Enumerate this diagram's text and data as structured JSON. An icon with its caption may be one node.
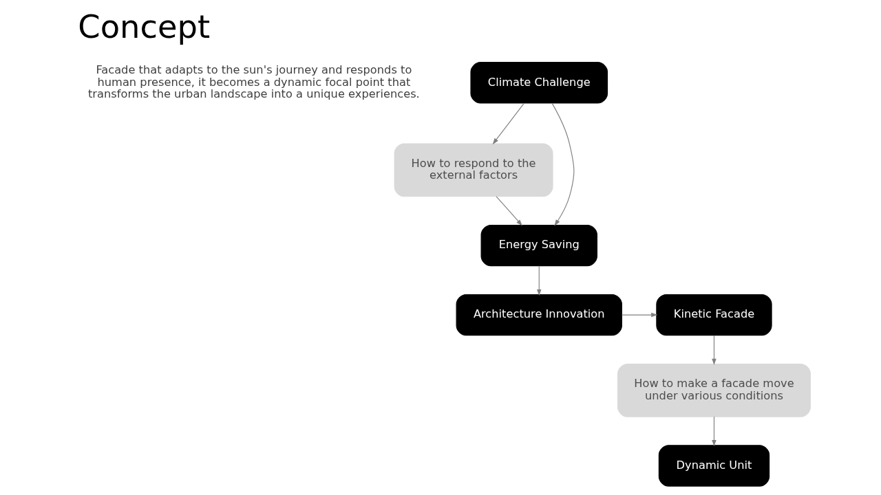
{
  "diagram": {
    "title": "Concept",
    "nodes": [
      {
        "text": [
          "Climate Challenge"
        ]
      },
      {
        "text": [
          "How to respond to the external factors"
        ]
      },
      {
        "text": [
          "Energy Saving"
        ]
      },
      {
        "text": [
          "Architecture Innovation"
        ]
      },
      {
        "text": [
          "Kinetic Facade"
        ]
      },
      {
        "text": [
          "How to make a facade move under various conditions"
        ]
      },
      {
        "text": [
          "Dynamic Unit"
        ]
      }
    ],
    "edges": [
      {
        "from": 0,
        "to": 1,
        "arrow": "to"
      },
      {
        "from": 0,
        "to": 2,
        "arrow": "to"
      },
      {
        "from": 1,
        "to": 2,
        "arrow": "to"
      },
      {
        "from": 2,
        "to": 3,
        "arrow": "to"
      },
      {
        "from": 3,
        "to": 4,
        "arrow": "to"
      },
      {
        "from": 4,
        "to": 5,
        "arrow": "to"
      },
      {
        "from": 5,
        "to": 6,
        "arrow": "to"
      }
    ],
    "labels": [
      "Facade that adapts to the sun's journey and responds to human presence, it becomes a dynamic focal point that transforms the urban landscape into a unique experiences."
    ]
  }
}
